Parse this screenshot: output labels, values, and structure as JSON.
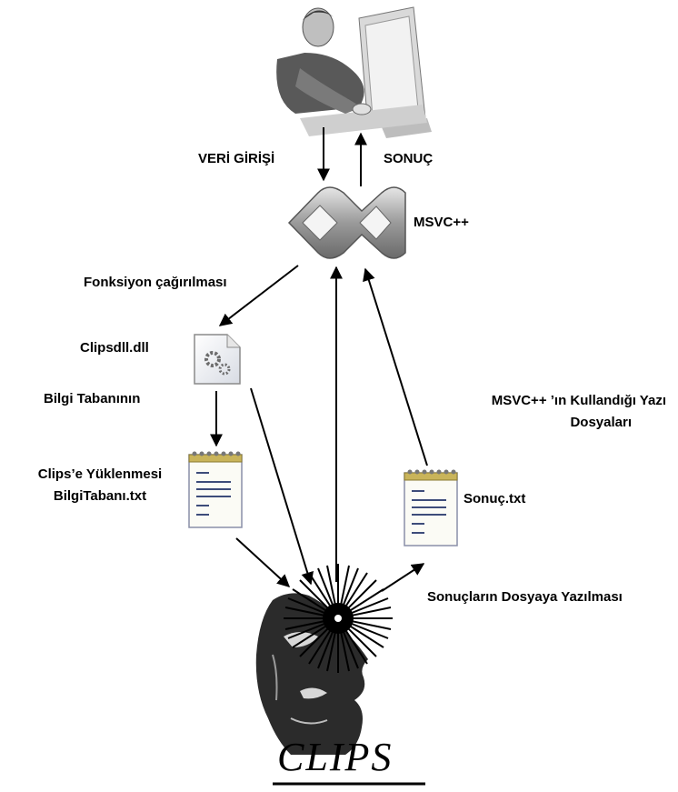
{
  "labels": {
    "input": "VERİ GİRİŞİ",
    "result": "SONUÇ",
    "msvc": "MSVC++",
    "function_call": "Fonksiyon çağırılması",
    "dll": "Clipsdll.dll",
    "kb_line1": "Bilgi Tabanının",
    "kb_line2": "Clips’e Yüklenmesi",
    "kb_file": "BilgiTabanı.txt",
    "msvc_files_line1": "MSVC++ ’ın Kullandığı Yazı",
    "msvc_files_line2": "Dosyaları",
    "result_file": "Sonuç.txt",
    "write_results": "Sonuçların Dosyaya Yazılması",
    "clips_logo": "CLIPS"
  },
  "icons": {
    "user": "user-at-computer-icon",
    "msvc": "visual-studio-logo-icon",
    "dll": "dll-file-icon",
    "kb_file": "notepad-file-icon",
    "result_file": "notepad-file-icon",
    "clips": "clips-logo-icon"
  },
  "colors": {
    "text": "#000000",
    "arrow": "#000000",
    "logo_gray": "#8c8c8c"
  }
}
